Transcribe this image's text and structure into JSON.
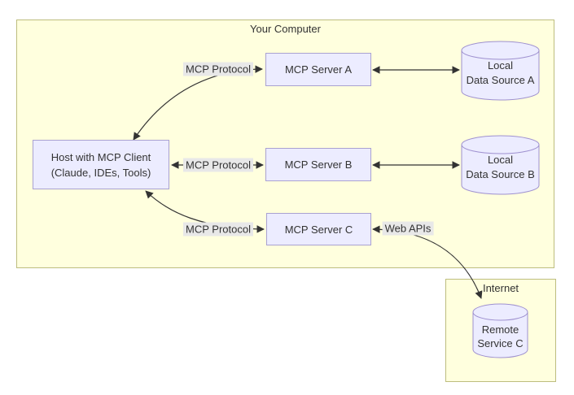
{
  "clusters": {
    "your_computer": {
      "label": "Your Computer"
    },
    "internet": {
      "label": "Internet"
    }
  },
  "nodes": {
    "host": {
      "line1": "Host with MCP Client",
      "line2": "(Claude, IDEs, Tools)"
    },
    "server_a": {
      "label": "MCP Server A"
    },
    "server_b": {
      "label": "MCP Server B"
    },
    "server_c": {
      "label": "MCP Server C"
    },
    "data_source_a": {
      "line1": "Local",
      "line2": "Data Source A"
    },
    "data_source_b": {
      "line1": "Local",
      "line2": "Data Source B"
    },
    "remote_service_c": {
      "line1": "Remote",
      "line2": "Service C"
    }
  },
  "edges": {
    "host_server_a": {
      "from": "host",
      "to": "server_a",
      "label": "MCP Protocol",
      "bidirectional": true
    },
    "host_server_b": {
      "from": "host",
      "to": "server_b",
      "label": "MCP Protocol",
      "bidirectional": true
    },
    "host_server_c": {
      "from": "host",
      "to": "server_c",
      "label": "MCP Protocol",
      "bidirectional": true
    },
    "server_a_data_source_a": {
      "from": "server_a",
      "to": "data_source_a",
      "label": "",
      "bidirectional": true
    },
    "server_b_data_source_b": {
      "from": "server_b",
      "to": "data_source_b",
      "label": "",
      "bidirectional": true
    },
    "server_c_remote_service_c": {
      "from": "server_c",
      "to": "remote_service_c",
      "label": "Web APIs",
      "bidirectional": true
    }
  },
  "colors": {
    "cluster_fill": "#ffffde",
    "cluster_border": "#bdbd7e",
    "node_fill": "#ececff",
    "node_border": "#a9a1d1",
    "cylinder_border": "#9e90cf",
    "arrow": "#333333",
    "label_bg": "#e8e8e8",
    "text": "#333333",
    "background": "#ffffff"
  }
}
